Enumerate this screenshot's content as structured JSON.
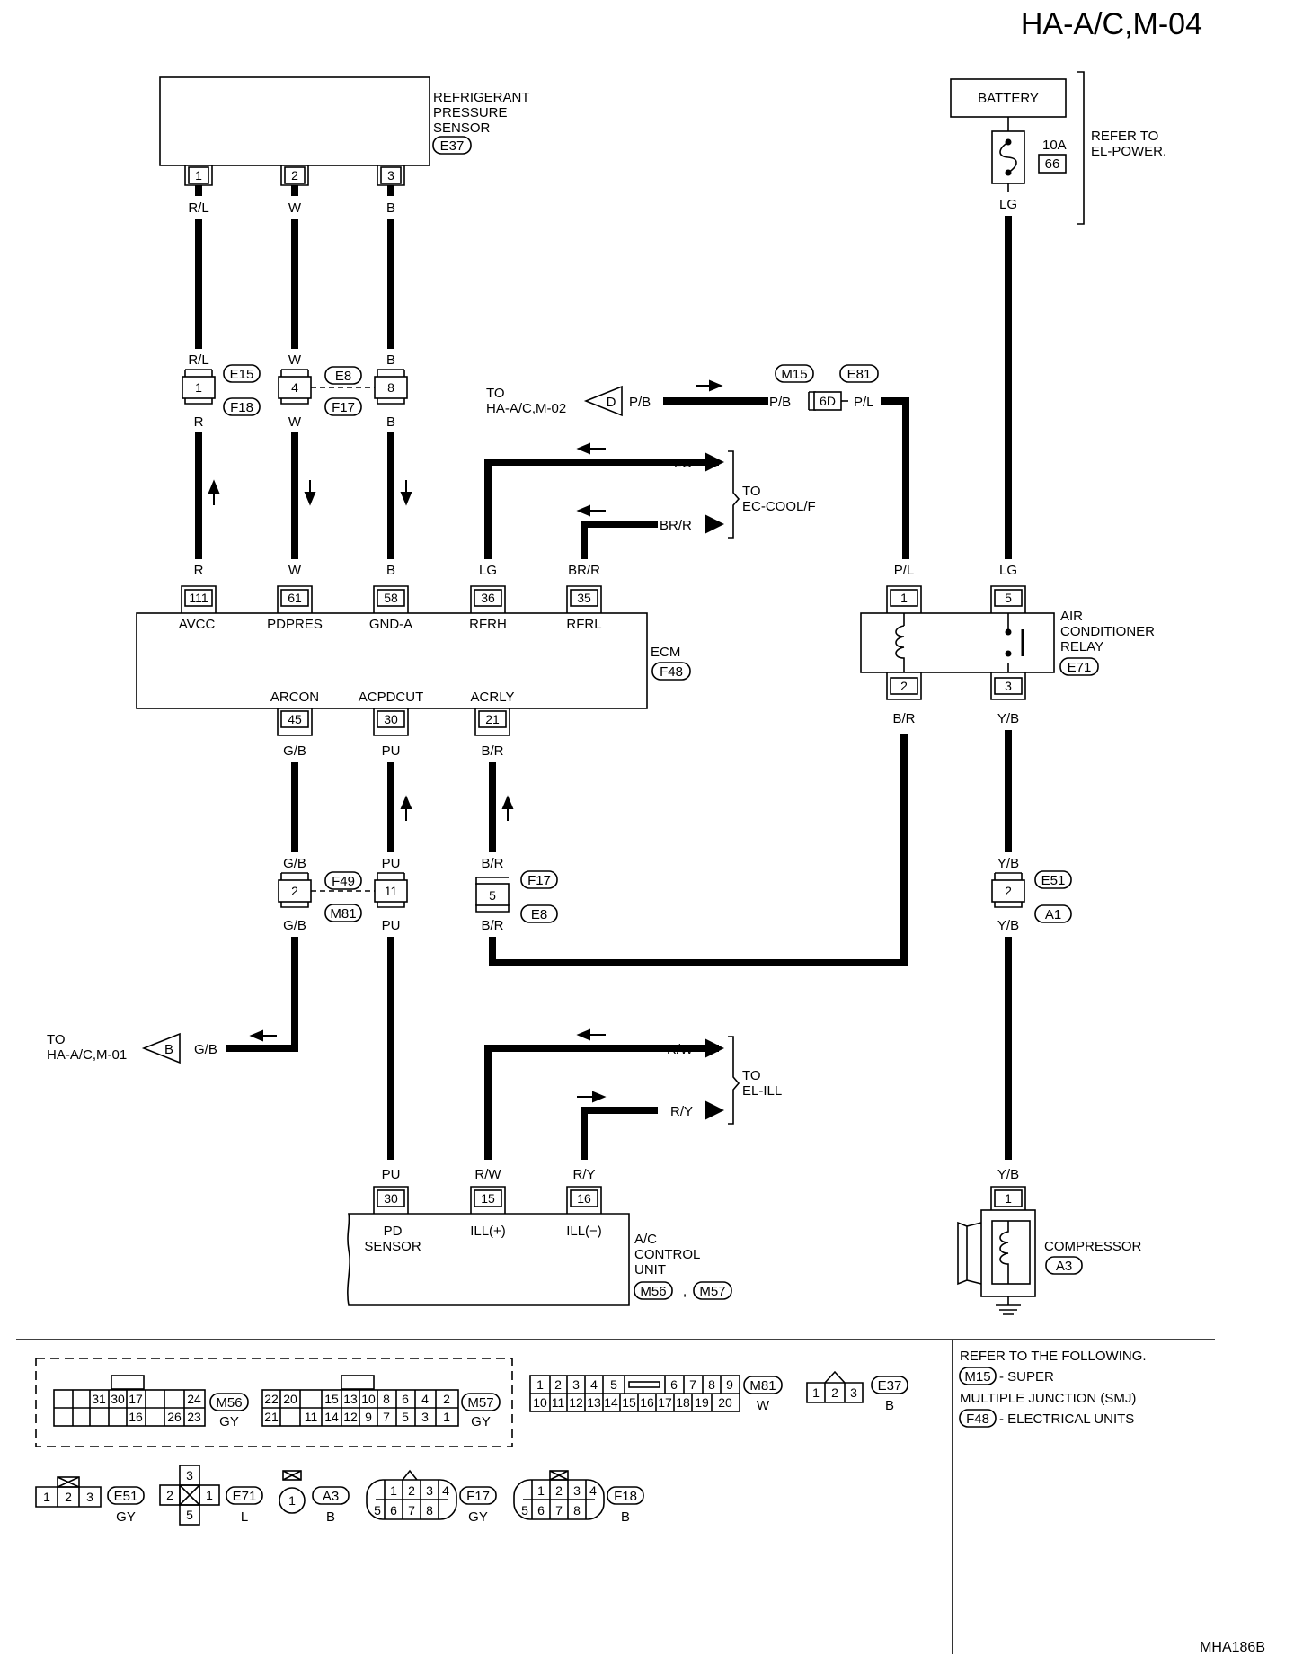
{
  "page_code": "HA-A/C,M-04",
  "figure_code": "MHA186B",
  "components": {
    "pressure_sensor": {
      "lines": [
        "REFRIGERANT",
        "PRESSURE",
        "SENSOR"
      ],
      "code": "E37"
    },
    "battery": {
      "name": "BATTERY",
      "fuse_amp": "10A",
      "fuse_no": "66",
      "refer": [
        "REFER TO",
        "EL-POWER."
      ]
    },
    "ecm": {
      "name": "ECM",
      "code": "F48"
    },
    "relay": {
      "lines": [
        "AIR",
        "CONDITIONER",
        "RELAY"
      ],
      "code": "E71"
    },
    "compressor": {
      "name": "COMPRESSOR",
      "code": "A3"
    },
    "control_unit": {
      "lines": [
        "A/C",
        "CONTROL",
        "UNIT"
      ],
      "codes": [
        "M56",
        "M57"
      ],
      "sep": ","
    }
  },
  "ecm_terminals_top": [
    {
      "pin": "111",
      "name": "AVCC",
      "wire": "R"
    },
    {
      "pin": "61",
      "name": "PDPRES",
      "wire": "W"
    },
    {
      "pin": "58",
      "name": "GND-A",
      "wire": "B"
    },
    {
      "pin": "36",
      "name": "RFRH",
      "wire": "LG"
    },
    {
      "pin": "35",
      "name": "RFRL",
      "wire": "BR/R"
    }
  ],
  "ecm_terminals_bottom": [
    {
      "pin": "45",
      "name": "ARCON",
      "wire": "G/B"
    },
    {
      "pin": "30",
      "name": "ACPDCUT",
      "wire": "PU"
    },
    {
      "pin": "21",
      "name": "ACRLY",
      "wire": "B/R"
    }
  ],
  "sensor_pins": [
    {
      "pin": "1",
      "wire": "R/L"
    },
    {
      "pin": "2",
      "wire": "W"
    },
    {
      "pin": "3",
      "wire": "B"
    }
  ],
  "upper_connectors": [
    {
      "pin": "1",
      "wire_top": "R/L",
      "wire_bottom": "R"
    },
    {
      "pin": "4",
      "wire_top": "W",
      "wire_bottom": "W"
    },
    {
      "pin": "8",
      "wire_top": "B",
      "wire_bottom": "B"
    }
  ],
  "upper_conn_codes": {
    "a_top": "E15",
    "a_bot": "F18",
    "b_top": "E8",
    "b_bot": "F17"
  },
  "lower_connectors": [
    {
      "pin": "2",
      "wire_top": "G/B",
      "wire_bottom": "G/B"
    },
    {
      "pin": "11",
      "wire_top": "PU",
      "wire_bottom": "PU"
    },
    {
      "pin": "5",
      "wire_top": "B/R",
      "wire_bottom": "B/R"
    }
  ],
  "lower_conn_codes": {
    "a_top": "F49",
    "a_bot": "M81",
    "b_top": "F17",
    "b_bot": "E8"
  },
  "relay_pins": [
    {
      "pin": "1",
      "wire": "P/L"
    },
    {
      "pin": "2",
      "wire": "B/R"
    },
    {
      "pin": "5",
      "wire": "LG"
    },
    {
      "pin": "3",
      "wire": "Y/B"
    }
  ],
  "compressor_path": {
    "pin": "2",
    "codes": [
      "E51",
      "A1"
    ],
    "wire_top": "Y/B",
    "wire_bottom": "Y/B",
    "comp_pin": "1",
    "comp_wire": "Y/B"
  },
  "battery_wire": "LG",
  "smj": {
    "pin": "6D",
    "codes": [
      "M15",
      "E81"
    ],
    "wire_left": "P/B",
    "wire_right": "P/L"
  },
  "to_refs": {
    "m02": {
      "lines": [
        "TO",
        "HA-A/C,M-02"
      ],
      "letter": "D",
      "wire": "P/B"
    },
    "m01": {
      "lines": [
        "TO",
        "HA-A/C,M-01"
      ],
      "letter": "B",
      "wire": "G/B"
    },
    "ec_cool": {
      "lines": [
        "TO",
        "EC-COOL/F"
      ],
      "wires": [
        "LG",
        "BR/R"
      ]
    },
    "el_ill": {
      "lines": [
        "TO",
        "EL-ILL"
      ],
      "wires": [
        "R/W",
        "R/Y"
      ]
    }
  },
  "control_unit_terminals": [
    {
      "pin": "30",
      "name": [
        "PD",
        "SENSOR"
      ],
      "wire": "PU"
    },
    {
      "pin": "15",
      "name": [
        "ILL(+)"
      ],
      "wire": "R/W"
    },
    {
      "pin": "16",
      "name": [
        "ILL(−)"
      ],
      "wire": "R/Y"
    }
  ],
  "legend": {
    "m56": {
      "code": "M56",
      "color": "GY",
      "row1": [
        "31",
        "30",
        "17",
        "24"
      ],
      "row2": [
        "16",
        "26",
        "23"
      ]
    },
    "m57": {
      "code": "M57",
      "color": "GY",
      "row1": [
        "22",
        "20",
        "15",
        "13",
        "10",
        "8",
        "6",
        "4",
        "2"
      ],
      "row2": [
        "21",
        "11",
        "14",
        "12",
        "9",
        "7",
        "5",
        "3",
        "1"
      ]
    },
    "m81": {
      "code": "M81",
      "color": "W",
      "row1": [
        "1",
        "2",
        "3",
        "4",
        "5",
        "6",
        "7",
        "8",
        "9"
      ],
      "row2": [
        "10",
        "11",
        "12",
        "13",
        "14",
        "15",
        "16",
        "17",
        "18",
        "19",
        "20"
      ]
    },
    "e37": {
      "code": "E37",
      "color": "B",
      "pins": [
        "1",
        "2",
        "3"
      ]
    },
    "e51": {
      "code": "E51",
      "color": "GY",
      "pins": [
        "1",
        "2",
        "3"
      ]
    },
    "e71": {
      "code": "E71",
      "color": "L",
      "pins": [
        "3",
        "2",
        "1",
        "5"
      ]
    },
    "a3": {
      "code": "A3",
      "color": "B",
      "pins": [
        "1"
      ]
    },
    "f17": {
      "code": "F17",
      "color": "GY",
      "row1": [
        "1",
        "2",
        "3",
        "4"
      ],
      "row2": [
        "5",
        "6",
        "7",
        "8"
      ]
    },
    "f18": {
      "code": "F18",
      "color": "B",
      "row1": [
        "1",
        "2",
        "3",
        "4"
      ],
      "row2": [
        "5",
        "6",
        "7",
        "8"
      ]
    },
    "refer": {
      "line1": "REFER TO THE FOLLOWING.",
      "smj_code": "M15",
      "smj_text": "- SUPER",
      "smj_text2": "MULTIPLE JUNCTION (SMJ)",
      "eu_code": "F48",
      "eu_text": "- ELECTRICAL UNITS"
    }
  }
}
